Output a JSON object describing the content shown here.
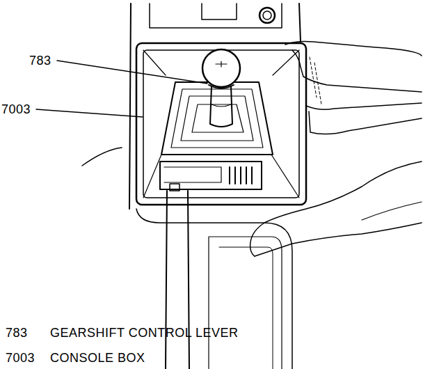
{
  "diagram": {
    "labels": [
      "783",
      "7003",
      "783",
      "GEARSHIFT CONTROL LEVER",
      "7003",
      "CONSOLE BOX"
    ]
  }
}
